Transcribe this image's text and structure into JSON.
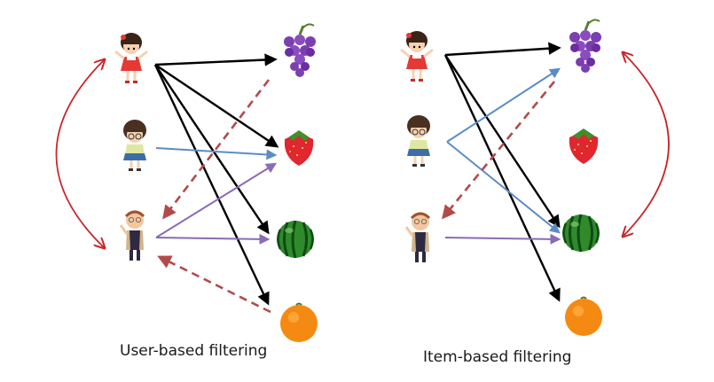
{
  "captions": {
    "left": "User-based filtering",
    "right": "Item-based filtering"
  },
  "nodes": {
    "users": [
      "girl-with-red-bow",
      "girl-with-glasses",
      "old-man"
    ],
    "items": [
      "grapes",
      "strawberry",
      "watermelon",
      "orange"
    ]
  },
  "colors": {
    "black_arrow": "#000000",
    "blue_arrow": "#5b8cc6",
    "purple_arrow": "#8a6bb5",
    "red_dashed_arrow": "#b34a4a",
    "similarity_arc": "#c8262b"
  }
}
